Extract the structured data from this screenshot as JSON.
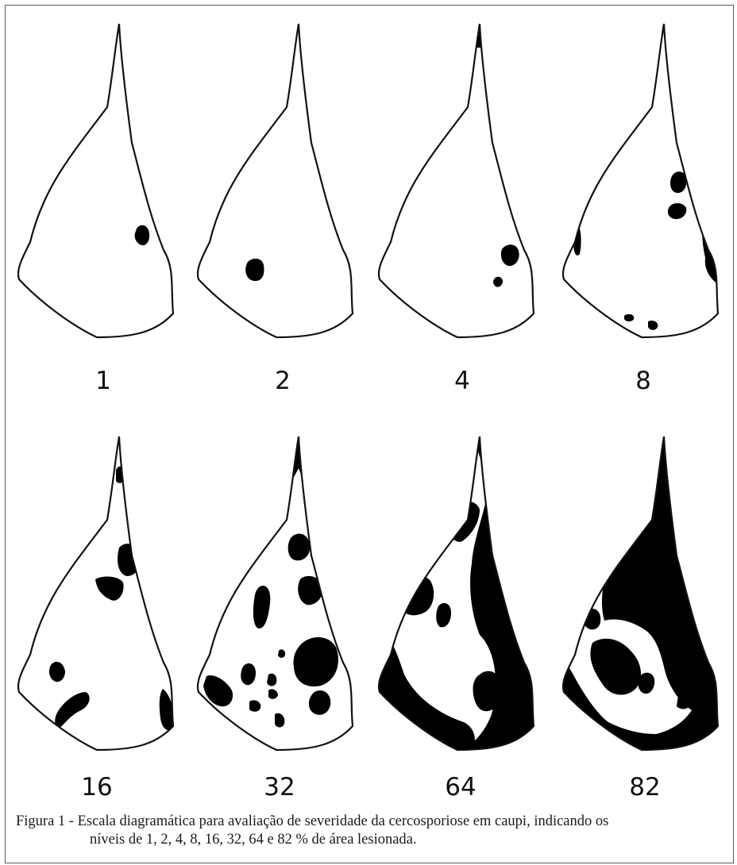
{
  "figure": {
    "levels": [
      {
        "label": "1",
        "severity_percent": 1
      },
      {
        "label": "2",
        "severity_percent": 2
      },
      {
        "label": "4",
        "severity_percent": 4
      },
      {
        "label": "8",
        "severity_percent": 8
      },
      {
        "label": "16",
        "severity_percent": 16
      },
      {
        "label": "32",
        "severity_percent": 32
      },
      {
        "label": "64",
        "severity_percent": 64
      },
      {
        "label": "82",
        "severity_percent": 82
      }
    ],
    "caption": {
      "line1": "Figura 1 - Escala diagramática para avaliação de severidade da cercosporiose em caupi, indicando os",
      "line2": "níveis de 1, 2, 4, 8, 16, 32, 64 e 82 % de área lesionada."
    },
    "colors": {
      "outline": "#111111",
      "lesion": "#000000",
      "leaf": "#ffffff"
    }
  }
}
